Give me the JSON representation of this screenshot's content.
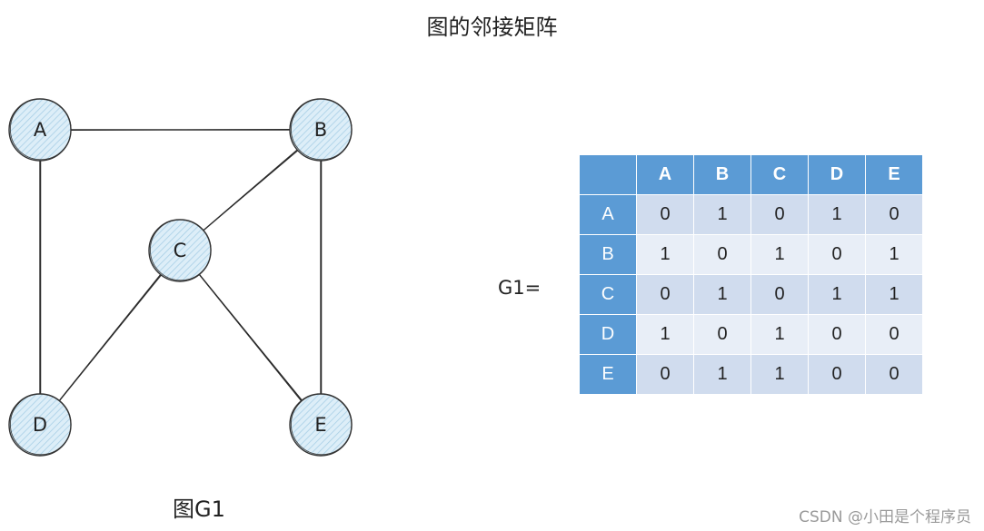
{
  "title": "图的邻接矩阵",
  "graph": {
    "caption": "图G1",
    "nodes": [
      {
        "id": "A",
        "label": "A"
      },
      {
        "id": "B",
        "label": "B"
      },
      {
        "id": "C",
        "label": "C"
      },
      {
        "id": "D",
        "label": "D"
      },
      {
        "id": "E",
        "label": "E"
      }
    ],
    "edges": [
      [
        "A",
        "B"
      ],
      [
        "A",
        "D"
      ],
      [
        "B",
        "C"
      ],
      [
        "B",
        "E"
      ],
      [
        "C",
        "D"
      ],
      [
        "C",
        "E"
      ]
    ]
  },
  "matrix": {
    "label": "G1=",
    "columns": [
      "A",
      "B",
      "C",
      "D",
      "E"
    ],
    "rows": [
      {
        "head": "A",
        "values": [
          "0",
          "1",
          "0",
          "1",
          "0"
        ]
      },
      {
        "head": "B",
        "values": [
          "1",
          "0",
          "1",
          "0",
          "1"
        ]
      },
      {
        "head": "C",
        "values": [
          "0",
          "1",
          "0",
          "1",
          "1"
        ]
      },
      {
        "head": "D",
        "values": [
          "1",
          "0",
          "1",
          "0",
          "0"
        ]
      },
      {
        "head": "E",
        "values": [
          "0",
          "1",
          "1",
          "0",
          "0"
        ]
      }
    ]
  },
  "watermark": "CSDN @小田是个程序员",
  "colors": {
    "node_fill": "#ddeef8",
    "node_hatch": "#a8cfe6",
    "node_stroke": "#333333",
    "header_bg": "#5b9bd5",
    "row_dark": "#d0dcee",
    "row_light": "#e8eef7"
  }
}
